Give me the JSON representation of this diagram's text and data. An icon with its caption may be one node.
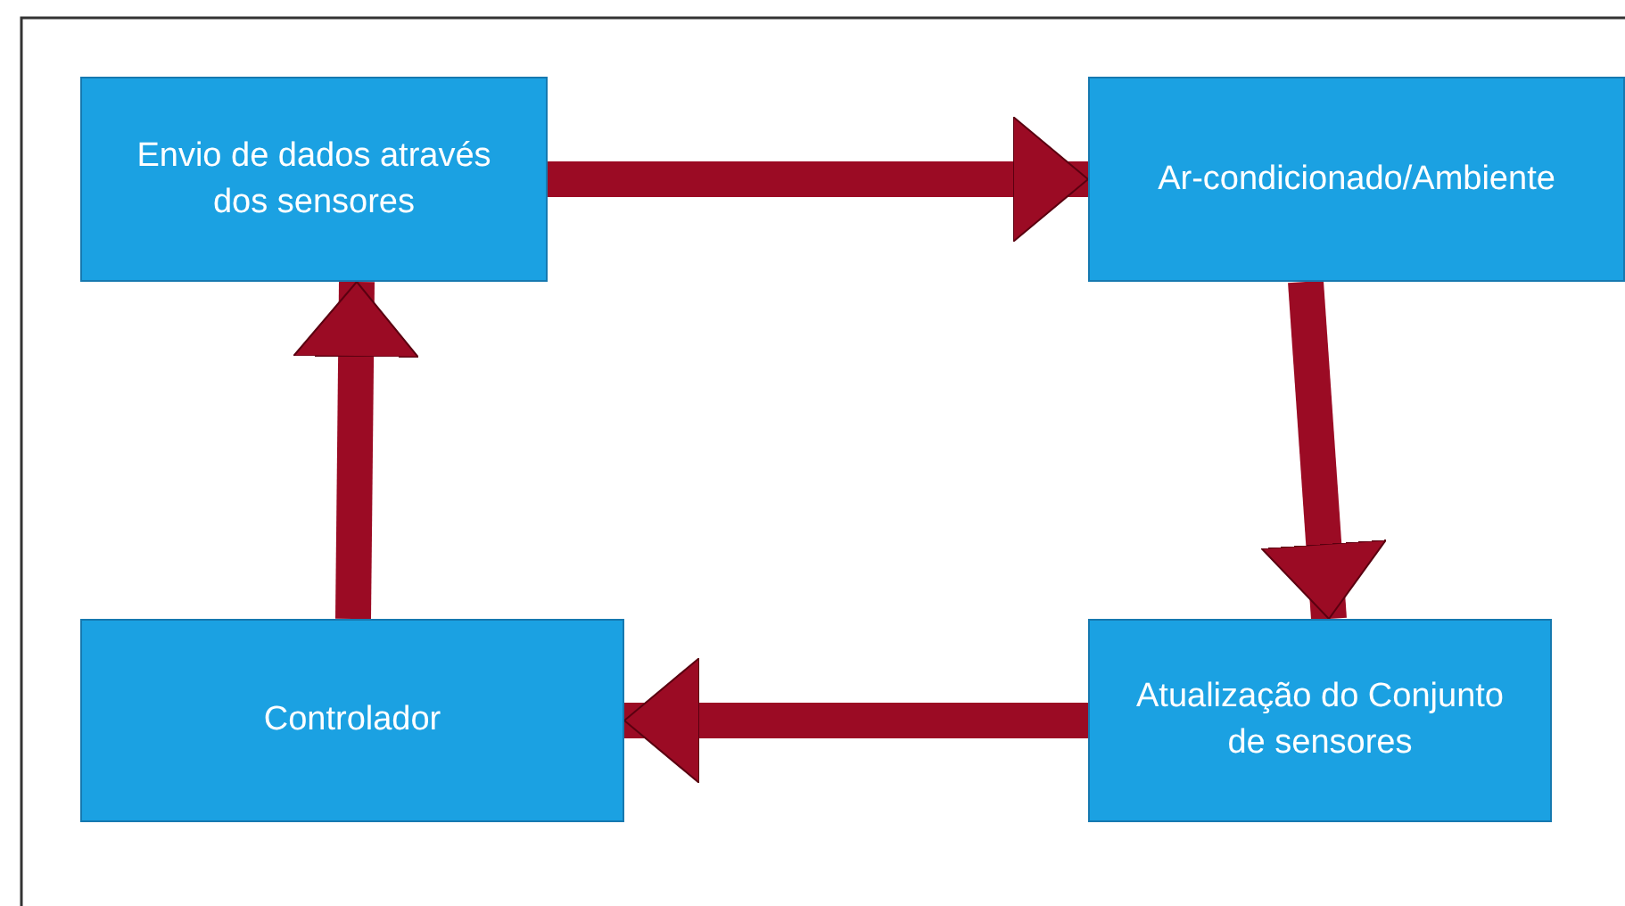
{
  "diagram": {
    "nodes": [
      {
        "text": [
          "Envio de dados através dos sensores"
        ]
      },
      {
        "text": [
          "Ar-condicionado/Ambiente"
        ]
      },
      {
        "text": [
          "Atualização do Conjunto de sensores"
        ]
      },
      {
        "text": [
          "Controlador"
        ]
      }
    ],
    "edges": [
      {
        "from": 0,
        "to": 1,
        "arrow": "to"
      },
      {
        "from": 1,
        "to": 2,
        "arrow": "to"
      },
      {
        "from": 2,
        "to": 3,
        "arrow": "to"
      },
      {
        "from": 3,
        "to": 0,
        "arrow": "to"
      }
    ]
  }
}
